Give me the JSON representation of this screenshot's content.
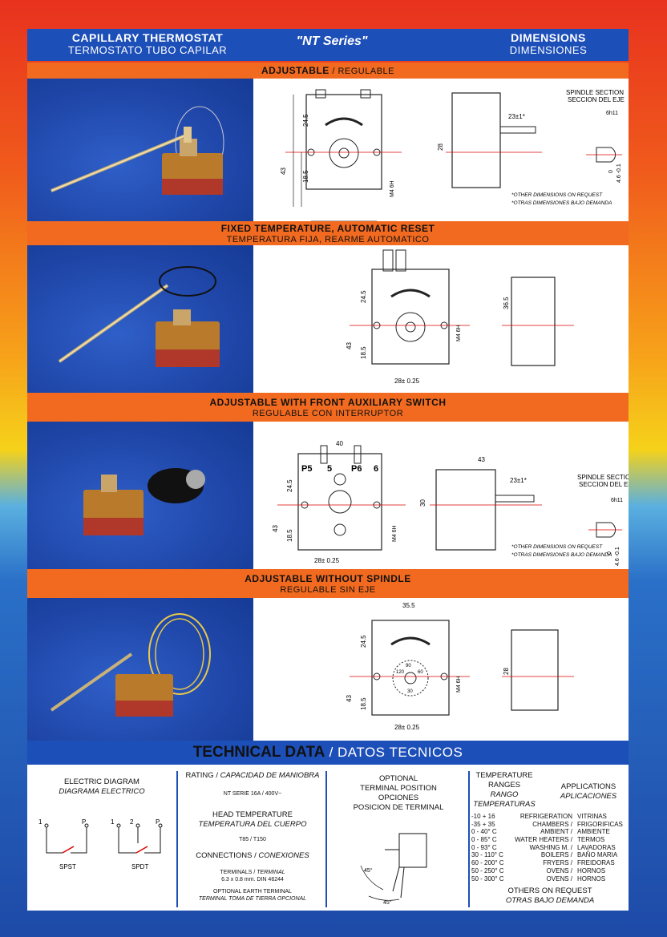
{
  "header": {
    "left_en": "CAPILLARY THERMOSTAT",
    "left_es": "TERMOSTATO TUBO CAPILAR",
    "series": "\"NT Series\"",
    "right_en": "DIMENSIONS",
    "right_es": "DIMENSIONES"
  },
  "sections": [
    {
      "title": "ADJUSTABLE",
      "slash": " / ",
      "subtitle_inline": "REGULABLE"
    },
    {
      "title": "FIXED TEMPERATURE, AUTOMATIC RESET",
      "subtitle": "TEMPERATURA FIJA, REARME AUTOMATICO"
    },
    {
      "title": "ADJUSTABLE WITH FRONT AUXILIARY SWITCH",
      "subtitle": "REGULABLE CON INTERRUPTOR"
    },
    {
      "title": "ADJUSTABLE WITHOUT SPINDLE",
      "subtitle": "REGULABLE SIN EJE"
    }
  ],
  "dims": {
    "d43": "43",
    "d245": "24.5",
    "d185": "18.5",
    "d28pm": "28± 0.25",
    "m4": "M4 6H",
    "d28": "28",
    "d23": "23±1*",
    "d365": "36.5",
    "d40": "40",
    "d30": "30",
    "d355": "35.5",
    "spindle_en": "SPINDLE SECTION",
    "spindle_es": "SECCION DEL EJE",
    "h11": "6h11",
    "tol": "4.6 -0.1",
    "tol0": "0",
    "p5": "P5",
    "n5": "5",
    "p6": "P6",
    "n6": "6",
    "other_en": "*OTHER DIMENSIONS ON REQUEST",
    "other_es": "*OTRAS DIMENSIONES BAJO DEMANDA",
    "dial": [
      "120",
      "90",
      "60",
      "30"
    ]
  },
  "tech": {
    "title": "TECHNICAL DATA",
    "slash": " / ",
    "title_es": "DATOS TECNICOS",
    "electric_en": "ELECTRIC DIAGRAM",
    "electric_es": "DIAGRAMA ELECTRICO",
    "spst": "SPST",
    "spdt": "SPDT",
    "n1": "1",
    "n2": "2",
    "np": "P",
    "rating_en": "RATING / ",
    "rating_es": "CAPACIDAD DE MANIOBRA",
    "rating_val": "NT SERIE 16A / 400V~",
    "head_en": "HEAD TEMPERATURE",
    "head_es": "TEMPERATURA DEL CUERPO",
    "head_val": "T85 / T150",
    "conn_en": "CONNECTIONS / ",
    "conn_es": "CONEXIONES",
    "term_en": "TERMINALS / ",
    "term_es": "TERMINAL",
    "term_val": "6.3 x 0.8 mm. DIN 46244",
    "earth_en": "OPTIONAL EARTH TERMINAL",
    "earth_es": "TERMINAL TOMA DE TIERRA OPCIONAL",
    "opt1": "OPTIONAL",
    "opt2": "TERMINAL POSITION",
    "opt3": "OPCIONES",
    "opt4": "POSICION DE TERMINAL",
    "deg": "45°",
    "temp1": "TEMPERATURE",
    "temp2": "RANGES",
    "temp3": "RANGO",
    "temp4": "TEMPERATURAS",
    "app1": "APPLICATIONS",
    "app2": "APLICACIONES",
    "rows": [
      {
        "range": "-10 + 16",
        "en": "REFRIGERATION",
        "es": "VITRINAS"
      },
      {
        "range": "-35 + 35",
        "en": "CHAMBERS /",
        "es": "FRIGORIFICAS"
      },
      {
        "range": "0 - 40° C",
        "en": "AMBIENT /",
        "es": "AMBIENTE"
      },
      {
        "range": "0 - 85° C",
        "en": "WATER HEATERS /",
        "es": "TERMOS"
      },
      {
        "range": "0 - 93° C",
        "en": "WASHING M. /",
        "es": "LAVADORAS"
      },
      {
        "range": "30 - 110° C",
        "en": "BOILERS /",
        "es": "BAÑO MARIA"
      },
      {
        "range": "60 - 200° C",
        "en": "FRYERS /",
        "es": "FREIDORAS"
      },
      {
        "range": "50 - 250° C",
        "en": "OVENS /",
        "es": "HORNOS"
      },
      {
        "range": "50 - 300° C",
        "en": "OVENS /",
        "es": "HORNOS"
      }
    ],
    "others_en": "OTHERS ON REQUEST",
    "others_es": "OTRAS BAJO DEMANDA"
  },
  "colors": {
    "blue": "#1d4fb8",
    "orange": "#f26a1f",
    "white": "#ffffff"
  }
}
